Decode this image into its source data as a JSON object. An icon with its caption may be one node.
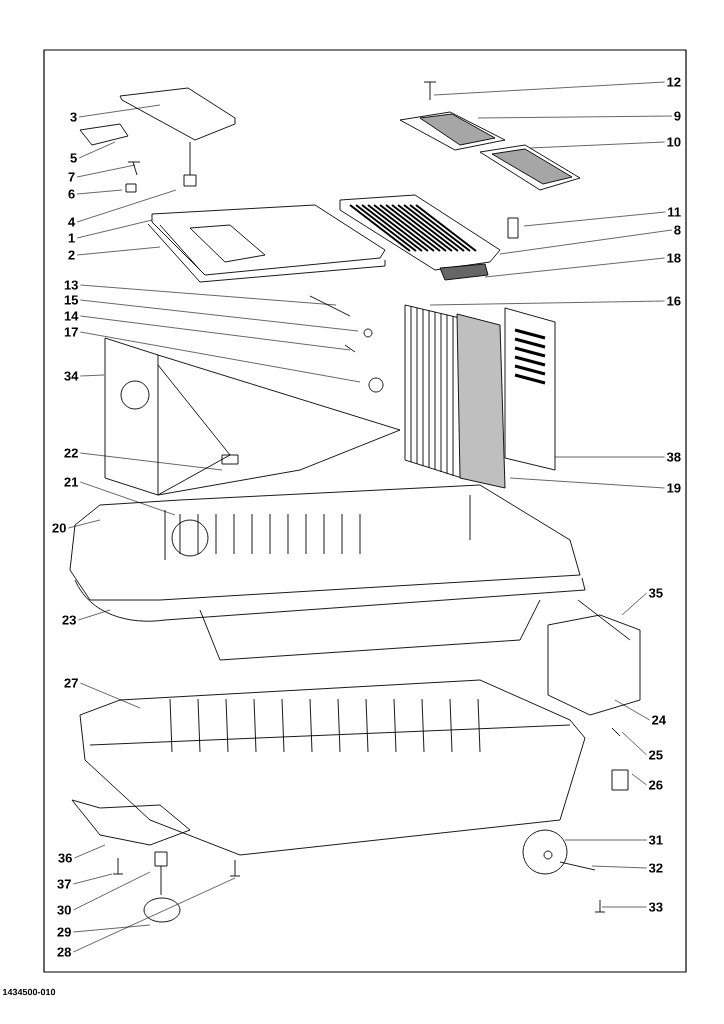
{
  "diagram": {
    "nodes": [
      {
        "text": [
          "12"
        ]
      },
      {
        "text": [
          "3"
        ]
      },
      {
        "text": [
          "9"
        ]
      },
      {
        "text": [
          "10"
        ]
      },
      {
        "text": [
          "5"
        ]
      },
      {
        "text": [
          "7"
        ]
      },
      {
        "text": [
          "6"
        ]
      },
      {
        "text": [
          "4"
        ]
      },
      {
        "text": [
          "11"
        ]
      },
      {
        "text": [
          "1"
        ]
      },
      {
        "text": [
          "8"
        ]
      },
      {
        "text": [
          "2"
        ]
      },
      {
        "text": [
          "18"
        ]
      },
      {
        "text": [
          "13"
        ]
      },
      {
        "text": [
          "15"
        ]
      },
      {
        "text": [
          "16"
        ]
      },
      {
        "text": [
          "14"
        ]
      },
      {
        "text": [
          "17"
        ]
      },
      {
        "text": [
          "34"
        ]
      },
      {
        "text": [
          "38"
        ]
      },
      {
        "text": [
          "22"
        ]
      },
      {
        "text": [
          "19"
        ]
      },
      {
        "text": [
          "21"
        ]
      },
      {
        "text": [
          "20"
        ]
      },
      {
        "text": [
          "35"
        ]
      },
      {
        "text": [
          "23"
        ]
      },
      {
        "text": [
          "27"
        ]
      },
      {
        "text": [
          "24"
        ]
      },
      {
        "text": [
          "25"
        ]
      },
      {
        "text": [
          "26"
        ]
      },
      {
        "text": [
          "31"
        ]
      },
      {
        "text": [
          "36"
        ]
      },
      {
        "text": [
          "32"
        ]
      },
      {
        "text": [
          "37"
        ]
      },
      {
        "text": [
          "30"
        ]
      },
      {
        "text": [
          "33"
        ]
      },
      {
        "text": [
          "29"
        ]
      },
      {
        "text": [
          "28"
        ]
      }
    ],
    "edges": [
      {
        "from": 0,
        "to": null,
        "arrow": "none"
      },
      {
        "from": 1,
        "to": null,
        "arrow": "none"
      },
      {
        "from": 2,
        "to": null,
        "arrow": "none"
      },
      {
        "from": 3,
        "to": null,
        "arrow": "none"
      },
      {
        "from": 4,
        "to": null,
        "arrow": "none"
      },
      {
        "from": 5,
        "to": null,
        "arrow": "none"
      },
      {
        "from": 6,
        "to": null,
        "arrow": "none"
      },
      {
        "from": 7,
        "to": null,
        "arrow": "none"
      },
      {
        "from": 8,
        "to": null,
        "arrow": "none"
      },
      {
        "from": 9,
        "to": null,
        "arrow": "none"
      },
      {
        "from": 10,
        "to": null,
        "arrow": "none"
      },
      {
        "from": 11,
        "to": null,
        "arrow": "none"
      },
      {
        "from": 12,
        "to": null,
        "arrow": "none"
      },
      {
        "from": 13,
        "to": null,
        "arrow": "none"
      },
      {
        "from": 14,
        "to": null,
        "arrow": "none"
      },
      {
        "from": 15,
        "to": null,
        "arrow": "none"
      },
      {
        "from": 16,
        "to": null,
        "arrow": "none"
      },
      {
        "from": 17,
        "to": null,
        "arrow": "none"
      },
      {
        "from": 18,
        "to": null,
        "arrow": "none"
      },
      {
        "from": 19,
        "to": null,
        "arrow": "none"
      },
      {
        "from": 20,
        "to": null,
        "arrow": "none"
      },
      {
        "from": 21,
        "to": null,
        "arrow": "none"
      },
      {
        "from": 22,
        "to": null,
        "arrow": "none"
      },
      {
        "from": 23,
        "to": null,
        "arrow": "none"
      },
      {
        "from": 24,
        "to": null,
        "arrow": "none"
      },
      {
        "from": 25,
        "to": null,
        "arrow": "none"
      },
      {
        "from": 26,
        "to": null,
        "arrow": "none"
      },
      {
        "from": 27,
        "to": null,
        "arrow": "none"
      },
      {
        "from": 28,
        "to": null,
        "arrow": "none"
      },
      {
        "from": 29,
        "to": null,
        "arrow": "none"
      },
      {
        "from": 30,
        "to": null,
        "arrow": "none"
      },
      {
        "from": 31,
        "to": null,
        "arrow": "none"
      },
      {
        "from": 32,
        "to": null,
        "arrow": "none"
      },
      {
        "from": 33,
        "to": null,
        "arrow": "none"
      },
      {
        "from": 34,
        "to": null,
        "arrow": "none"
      },
      {
        "from": 35,
        "to": null,
        "arrow": "none"
      },
      {
        "from": 36,
        "to": null,
        "arrow": "none"
      },
      {
        "from": 37,
        "to": null,
        "arrow": "none"
      }
    ],
    "labels": [
      "1434500-010"
    ]
  }
}
